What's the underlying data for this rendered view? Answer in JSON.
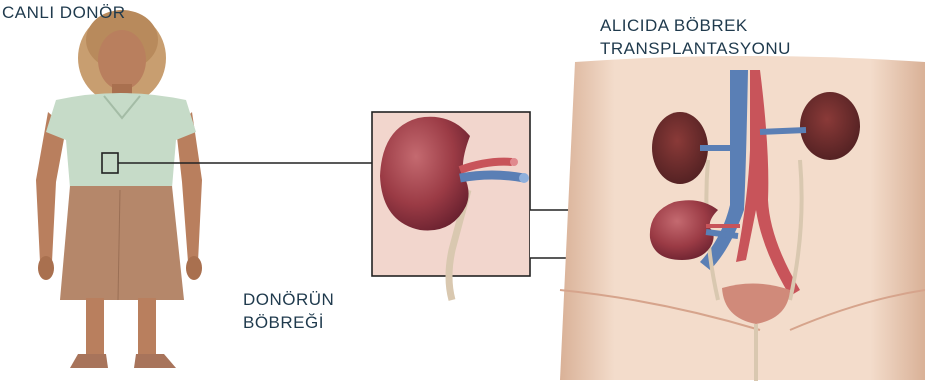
{
  "labels": {
    "living_donor": "CANLI DONÖR",
    "recipient_line1": "ALICIDA BÖBREK",
    "recipient_line2": "TRANSPLANTASYONU",
    "donor_kidney_line1": "DONÖRÜN",
    "donor_kidney_line2": "BÖBREĞİ"
  },
  "colors": {
    "label_text": "#1f3a4d",
    "kidney": "#9b3b45",
    "diseased_kidney": "#6e2a2c",
    "vein": "#5a7fb5",
    "artery": "#c8545a",
    "skin": "#e9c1a4",
    "shirt": "#c6dbc8",
    "skirt": "#b5876a",
    "hair": "#c89e70"
  }
}
